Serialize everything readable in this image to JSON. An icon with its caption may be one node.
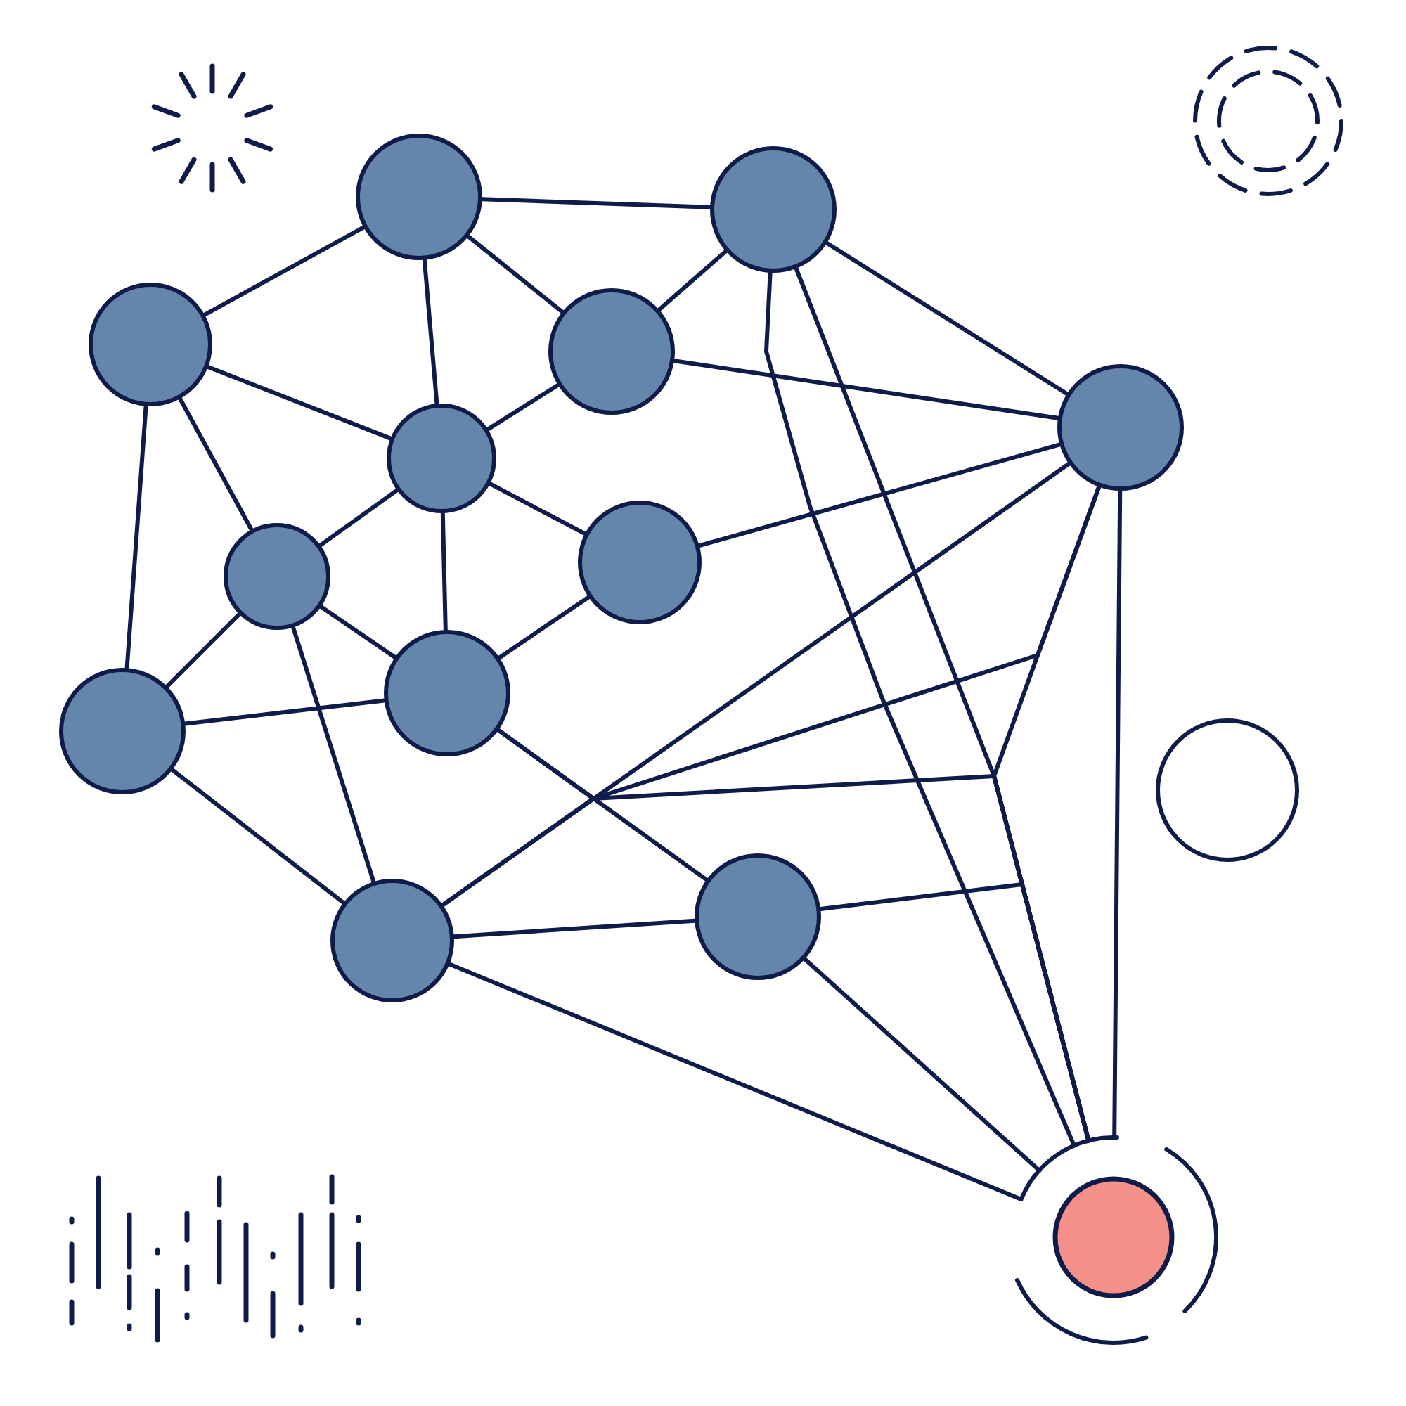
{
  "diagram": {
    "nodes": [
      {
        "text": [],
        "shape": "circle"
      },
      {
        "text": [],
        "shape": "circle"
      },
      {
        "text": [],
        "shape": "circle"
      },
      {
        "text": [],
        "shape": "circle"
      },
      {
        "text": [],
        "shape": "circle"
      },
      {
        "text": [],
        "shape": "circle"
      },
      {
        "text": [],
        "shape": "circle"
      },
      {
        "text": [],
        "shape": "circle"
      },
      {
        "text": [],
        "shape": "circle"
      },
      {
        "text": [],
        "shape": "circle"
      },
      {
        "text": [],
        "shape": "circle"
      },
      {
        "text": [],
        "shape": "circle"
      },
      {
        "text": [],
        "shape": "circle"
      },
      {
        "text": [],
        "shape": "circle"
      }
    ],
    "edges": [
      {
        "from": 0,
        "to": 1,
        "arrow": "none"
      },
      {
        "from": 0,
        "to": 2,
        "arrow": "none"
      },
      {
        "from": 0,
        "to": 3,
        "arrow": "none"
      },
      {
        "from": 0,
        "to": 5,
        "arrow": "none"
      },
      {
        "from": 1,
        "to": 3,
        "arrow": "none"
      },
      {
        "from": 1,
        "to": 4,
        "arrow": "none"
      },
      {
        "from": 2,
        "to": 5,
        "arrow": "none"
      },
      {
        "from": 2,
        "to": 6,
        "arrow": "none"
      },
      {
        "from": 2,
        "to": 9,
        "arrow": "none"
      },
      {
        "from": 3,
        "to": 5,
        "arrow": "none"
      },
      {
        "from": 3,
        "to": 4,
        "arrow": "none"
      },
      {
        "from": 5,
        "to": 6,
        "arrow": "none"
      },
      {
        "from": 5,
        "to": 7,
        "arrow": "none"
      },
      {
        "from": 5,
        "to": 8,
        "arrow": "none"
      },
      {
        "from": 6,
        "to": 8,
        "arrow": "none"
      },
      {
        "from": 6,
        "to": 9,
        "arrow": "none"
      },
      {
        "from": 6,
        "to": 12,
        "arrow": "none"
      },
      {
        "from": 7,
        "to": 8,
        "arrow": "none"
      },
      {
        "from": 7,
        "to": 4,
        "arrow": "none"
      },
      {
        "from": 8,
        "to": 9,
        "arrow": "none"
      },
      {
        "from": 9,
        "to": 12,
        "arrow": "none"
      },
      {
        "from": 8,
        "to": 11,
        "arrow": "none"
      },
      {
        "from": 12,
        "to": 4,
        "arrow": "none"
      },
      {
        "from": 1,
        "to": 13,
        "arrow": "none"
      },
      {
        "from": 1,
        "to": 13,
        "arrow": "none"
      },
      {
        "from": 4,
        "to": 13,
        "arrow": "none"
      },
      {
        "from": 4,
        "to": 13,
        "arrow": "none"
      },
      {
        "from": 11,
        "to": 13,
        "arrow": "none"
      },
      {
        "from": 11,
        "to": 13,
        "arrow": "none"
      },
      {
        "from": 12,
        "to": 13,
        "arrow": "none"
      },
      {
        "from": 8,
        "to": 13,
        "arrow": "none"
      },
      {
        "from": 12,
        "to": 4,
        "arrow": "none"
      },
      {
        "from": 12,
        "to": 11,
        "arrow": "none"
      }
    ]
  }
}
